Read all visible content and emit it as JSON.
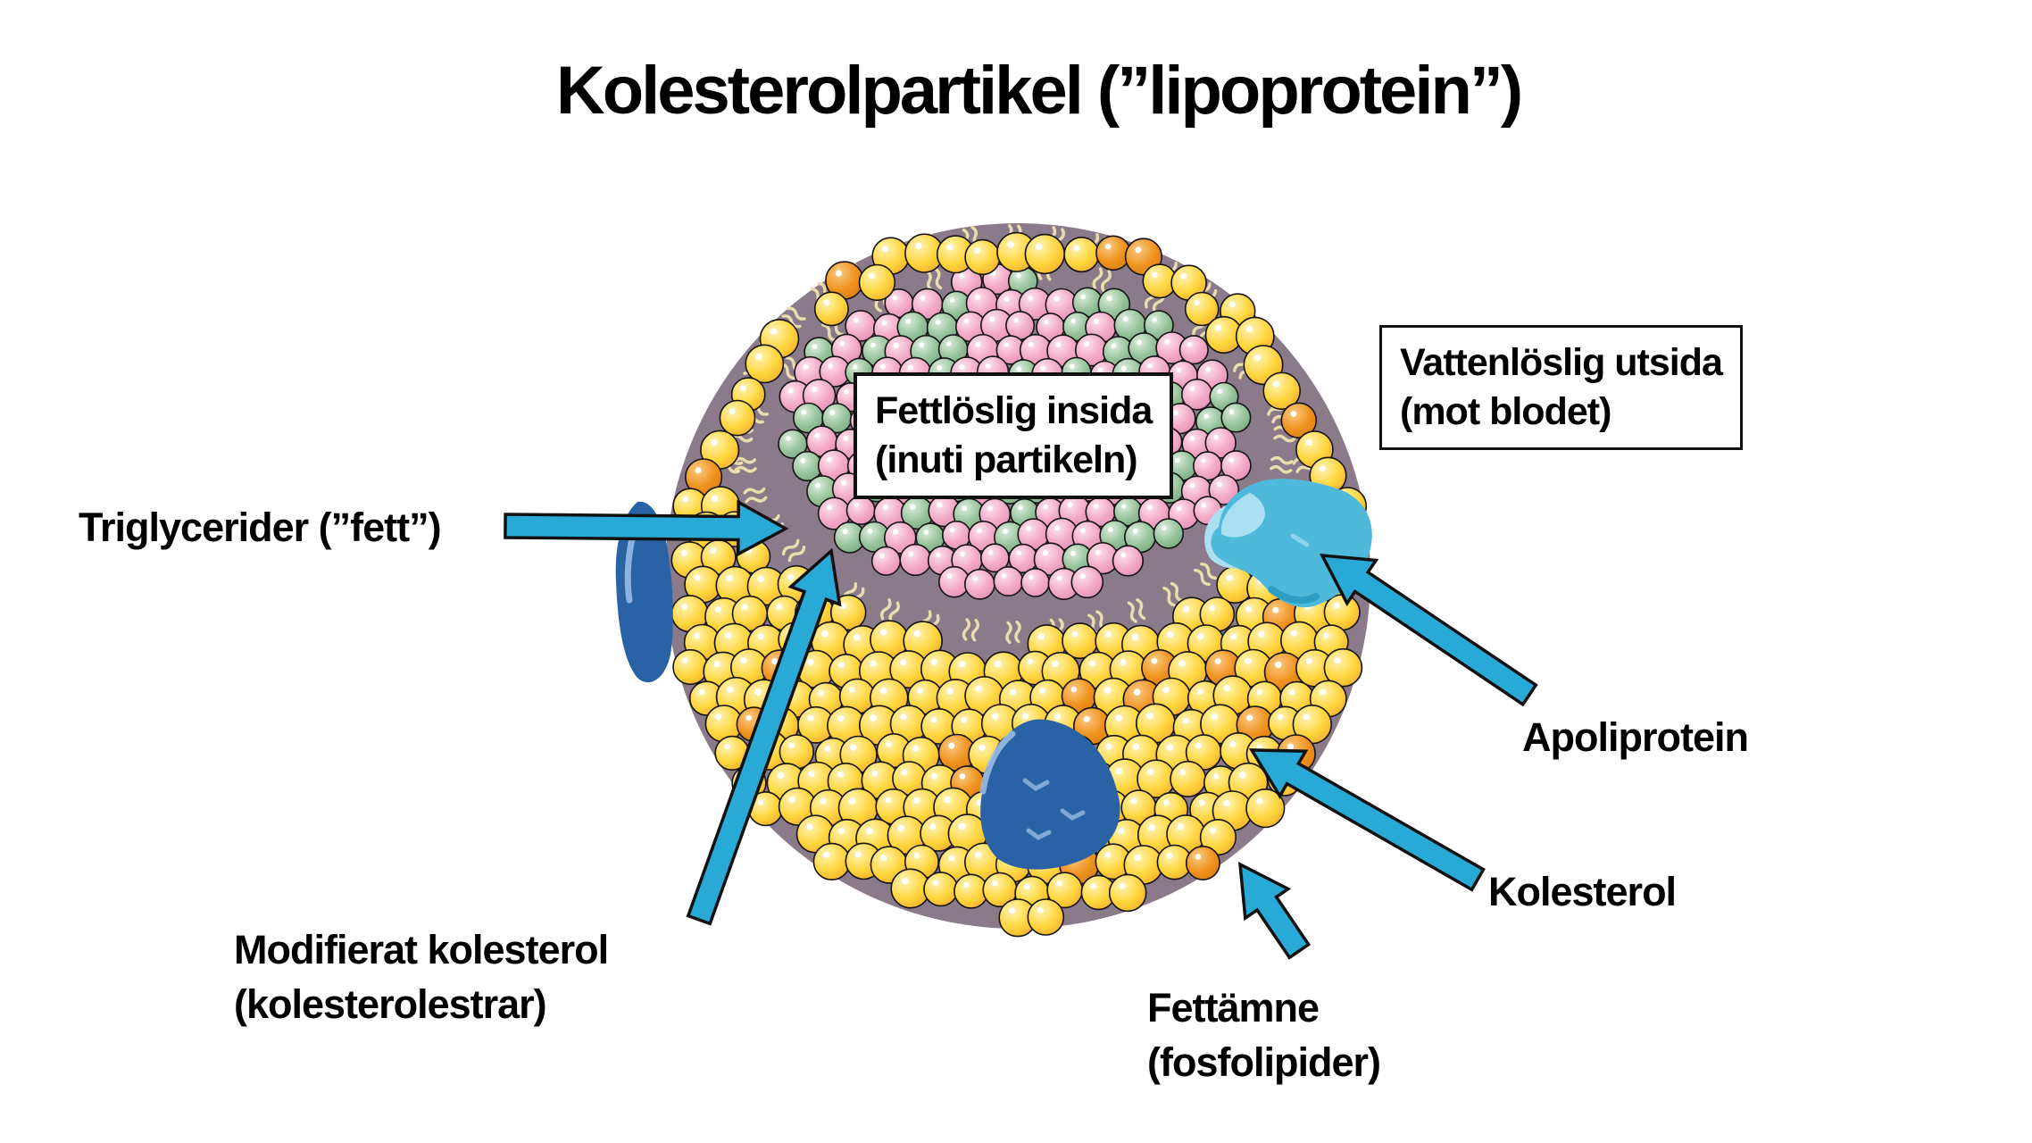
{
  "title": "Kolesterolpartikel (”lipoprotein”)",
  "labels": {
    "inside_box": {
      "line1": "Fettlöslig insida",
      "line2": "(inuti partikeln)"
    },
    "outside_box": {
      "line1": "Vattenlöslig utsida",
      "line2": "(mot blodet)"
    },
    "triglycerides": "Triglycerider (”fett”)",
    "apolipoprotein": "Apoliprotein",
    "cholesterol": "Kolesterol",
    "modified_cholesterol": {
      "line1": "Modifierat kolesterol",
      "line2": "(kolesterolestrar)"
    },
    "phospholipid": {
      "line1": "Fettämne",
      "line2": "(fosfolipider)"
    }
  },
  "colors": {
    "background": "#FFFFFF",
    "text": "#000000",
    "arrow": "#29A9D6",
    "ball_yellow": "#FFD63E",
    "ball_orange": "#F0921E",
    "ball_pink": "#F3A9C6",
    "ball_green": "#97C39B",
    "membrane_band": "#8B7A89",
    "tail_beige": "#EBDCAE",
    "blob_dark_blue": "#2A63A5",
    "blob_light_blue": "#4FB9DC"
  }
}
